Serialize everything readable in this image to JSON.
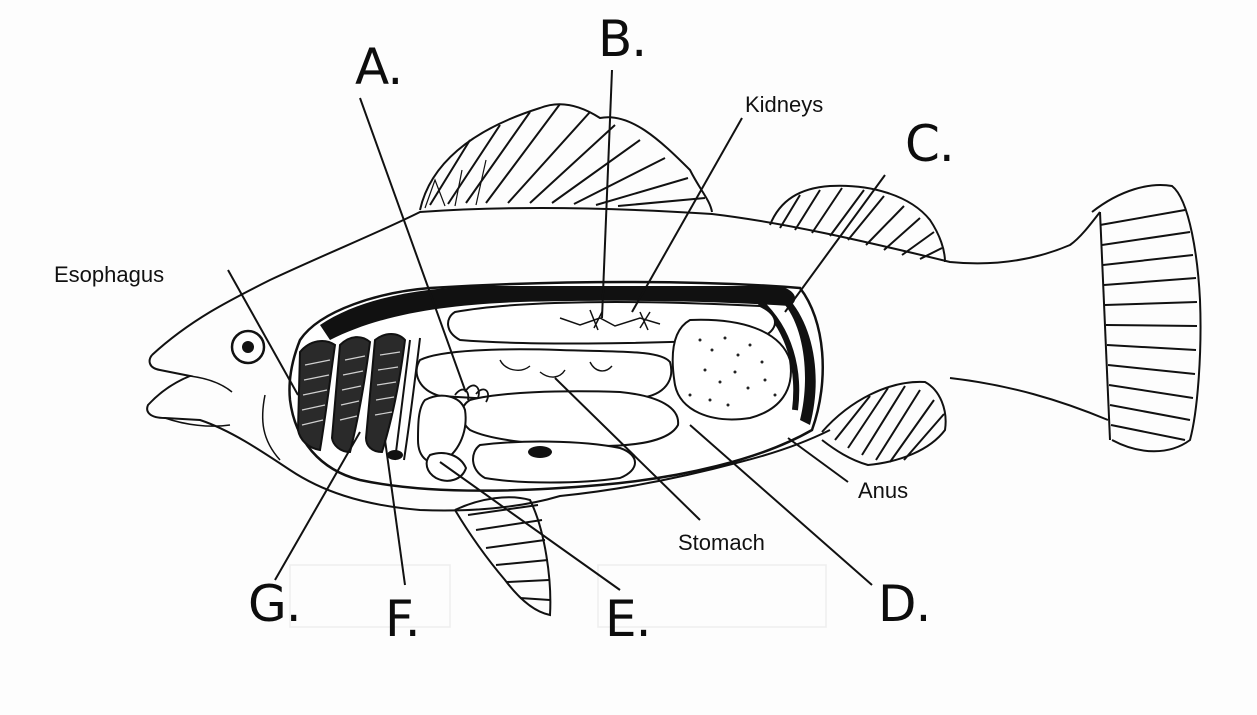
{
  "diagram": {
    "labels": {
      "esophagus": "Esophagus",
      "kidneys": "Kidneys",
      "anus": "Anus",
      "stomach": "Stomach"
    },
    "letters": {
      "a": "A.",
      "b": "B.",
      "c": "C.",
      "d": "D.",
      "e": "E.",
      "f": "F.",
      "g": "G."
    }
  }
}
